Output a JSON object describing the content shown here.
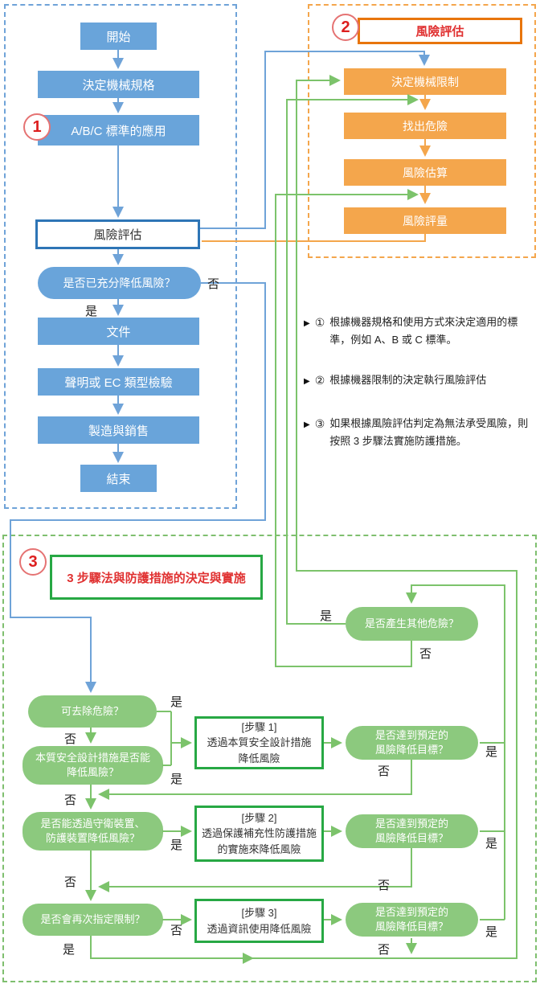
{
  "labels": {
    "yes": "是",
    "no": "否"
  },
  "colors": {
    "blue_fill": "#69A4DA",
    "blue_line": "#6FA3D8",
    "blue_border": "#2E75B6",
    "orange_fill": "#F4A64C",
    "orange_border": "#E8750C",
    "green_fill": "#8CC97E",
    "green_border": "#27A844",
    "green_line": "#7CC36B",
    "red_text": "#DD1F1F"
  },
  "left_flow": {
    "badge": "1",
    "start": "開始",
    "spec": "決定機械規格",
    "abc": "A/B/C 標準的應用",
    "risk_assessment": "風險評估",
    "sufficiently_reduced": "是否已充分降低風險？",
    "document": "文件",
    "ec_exam": "聲明或 EC 類型檢驗",
    "manufacture": "製造與銷售",
    "end": "結束"
  },
  "risk_flow": {
    "badge": "2",
    "title": "風險評估",
    "determine_limits": "決定機械限制",
    "identify_hazards": "找出危險",
    "risk_estimation": "風險估算",
    "risk_evaluation": "風險評量"
  },
  "notes": [
    {
      "num": "①",
      "text": "根據機器規格和使用方式來決定適用的標準，例如 A、B 或 C 標準。"
    },
    {
      "num": "②",
      "text": "根據機器限制的決定執行風險評估"
    },
    {
      "num": "③",
      "text": "如果根據風險評估判定為無法承受風險，則按照 3 步驟法實施防護措施。"
    }
  ],
  "step_flow": {
    "badge": "3",
    "title": "3 步驟法與防護措施的決定與實施",
    "other_hazards": "是否產生其他危險？",
    "remove_hazard": "可去除危險？",
    "inherent_l1": "本質安全設計措施是否能",
    "inherent_l2": "降低風險？",
    "guards_l1": "是否能透過守衛裝置、",
    "guards_l2": "防護裝置降低風險？",
    "relimit": "是否會再次指定限制？",
    "goal_l1": "是否達到預定的",
    "goal_l2": "風險降低目標？",
    "step1": {
      "t": "[步驟 1]",
      "l1": "透過本質安全設計措施",
      "l2": "降低風險"
    },
    "step2": {
      "t": "[步驟 2]",
      "l1": "透過保護補充性防護措施",
      "l2": "的實施來降低風險"
    },
    "step3": {
      "t": "[步驟 3]",
      "l1": "透過資訊使用降低風險"
    }
  }
}
